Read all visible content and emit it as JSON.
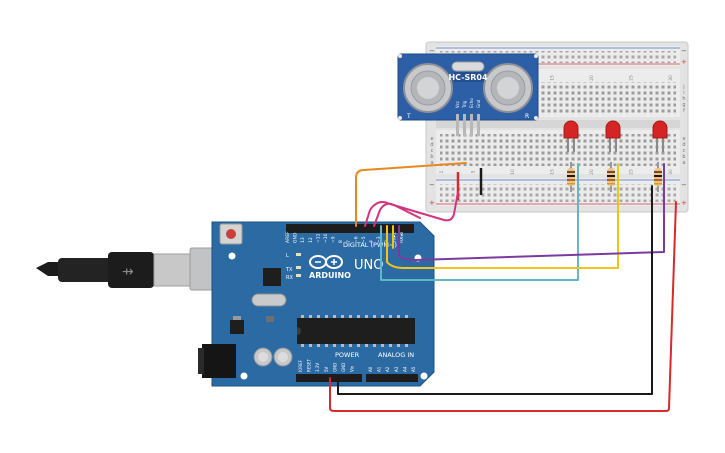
{
  "sensor": {
    "model_label": "HC-SR04",
    "transmit_letter": "T",
    "receive_letter": "R",
    "pin_labels": [
      "Vcc",
      "Trig",
      "Echo",
      "Gnd"
    ]
  },
  "arduino": {
    "brand_label": "ARDUINO",
    "model_label": "UNO",
    "digital_header_label": "DIGITAL (PWM~)",
    "power_header_label": "POWER",
    "analog_header_label": "ANALOG IN",
    "led_labels": [
      "L",
      "TX",
      "RX"
    ],
    "top_pin_labels": [
      "AREF",
      "GND",
      "13",
      "12",
      "~11",
      "~10",
      "~9",
      "8",
      "7",
      "~6",
      "~5",
      "4",
      "~3",
      "2",
      "TX▸1",
      "RX◂0"
    ],
    "power_pin_labels": [
      "IOREF",
      "RESET",
      "3.3V",
      "5V",
      "GND",
      "GND",
      "Vin"
    ],
    "analog_pin_labels": [
      "A0",
      "A1",
      "A2",
      "A3",
      "A4",
      "A5"
    ]
  },
  "breadboard": {
    "top_row_letters": [
      "j",
      "i",
      "h",
      "g",
      "f"
    ],
    "bottom_row_letters": [
      "e",
      "d",
      "c",
      "b",
      "a"
    ],
    "column_numbers": [
      "1",
      "5",
      "10",
      "15",
      "20",
      "25",
      "30"
    ]
  },
  "colors": {
    "board_blue": "#2b6aa3",
    "wire_orange": "#e8871e",
    "wire_pink": "#d1357f",
    "wire_yellow": "#f0c419",
    "wire_cyan": "#5fb8c8",
    "wire_purple": "#7b3aa0",
    "wire_black": "#1a1a1a",
    "wire_red": "#d82a2a",
    "led_red": "#d42424"
  }
}
